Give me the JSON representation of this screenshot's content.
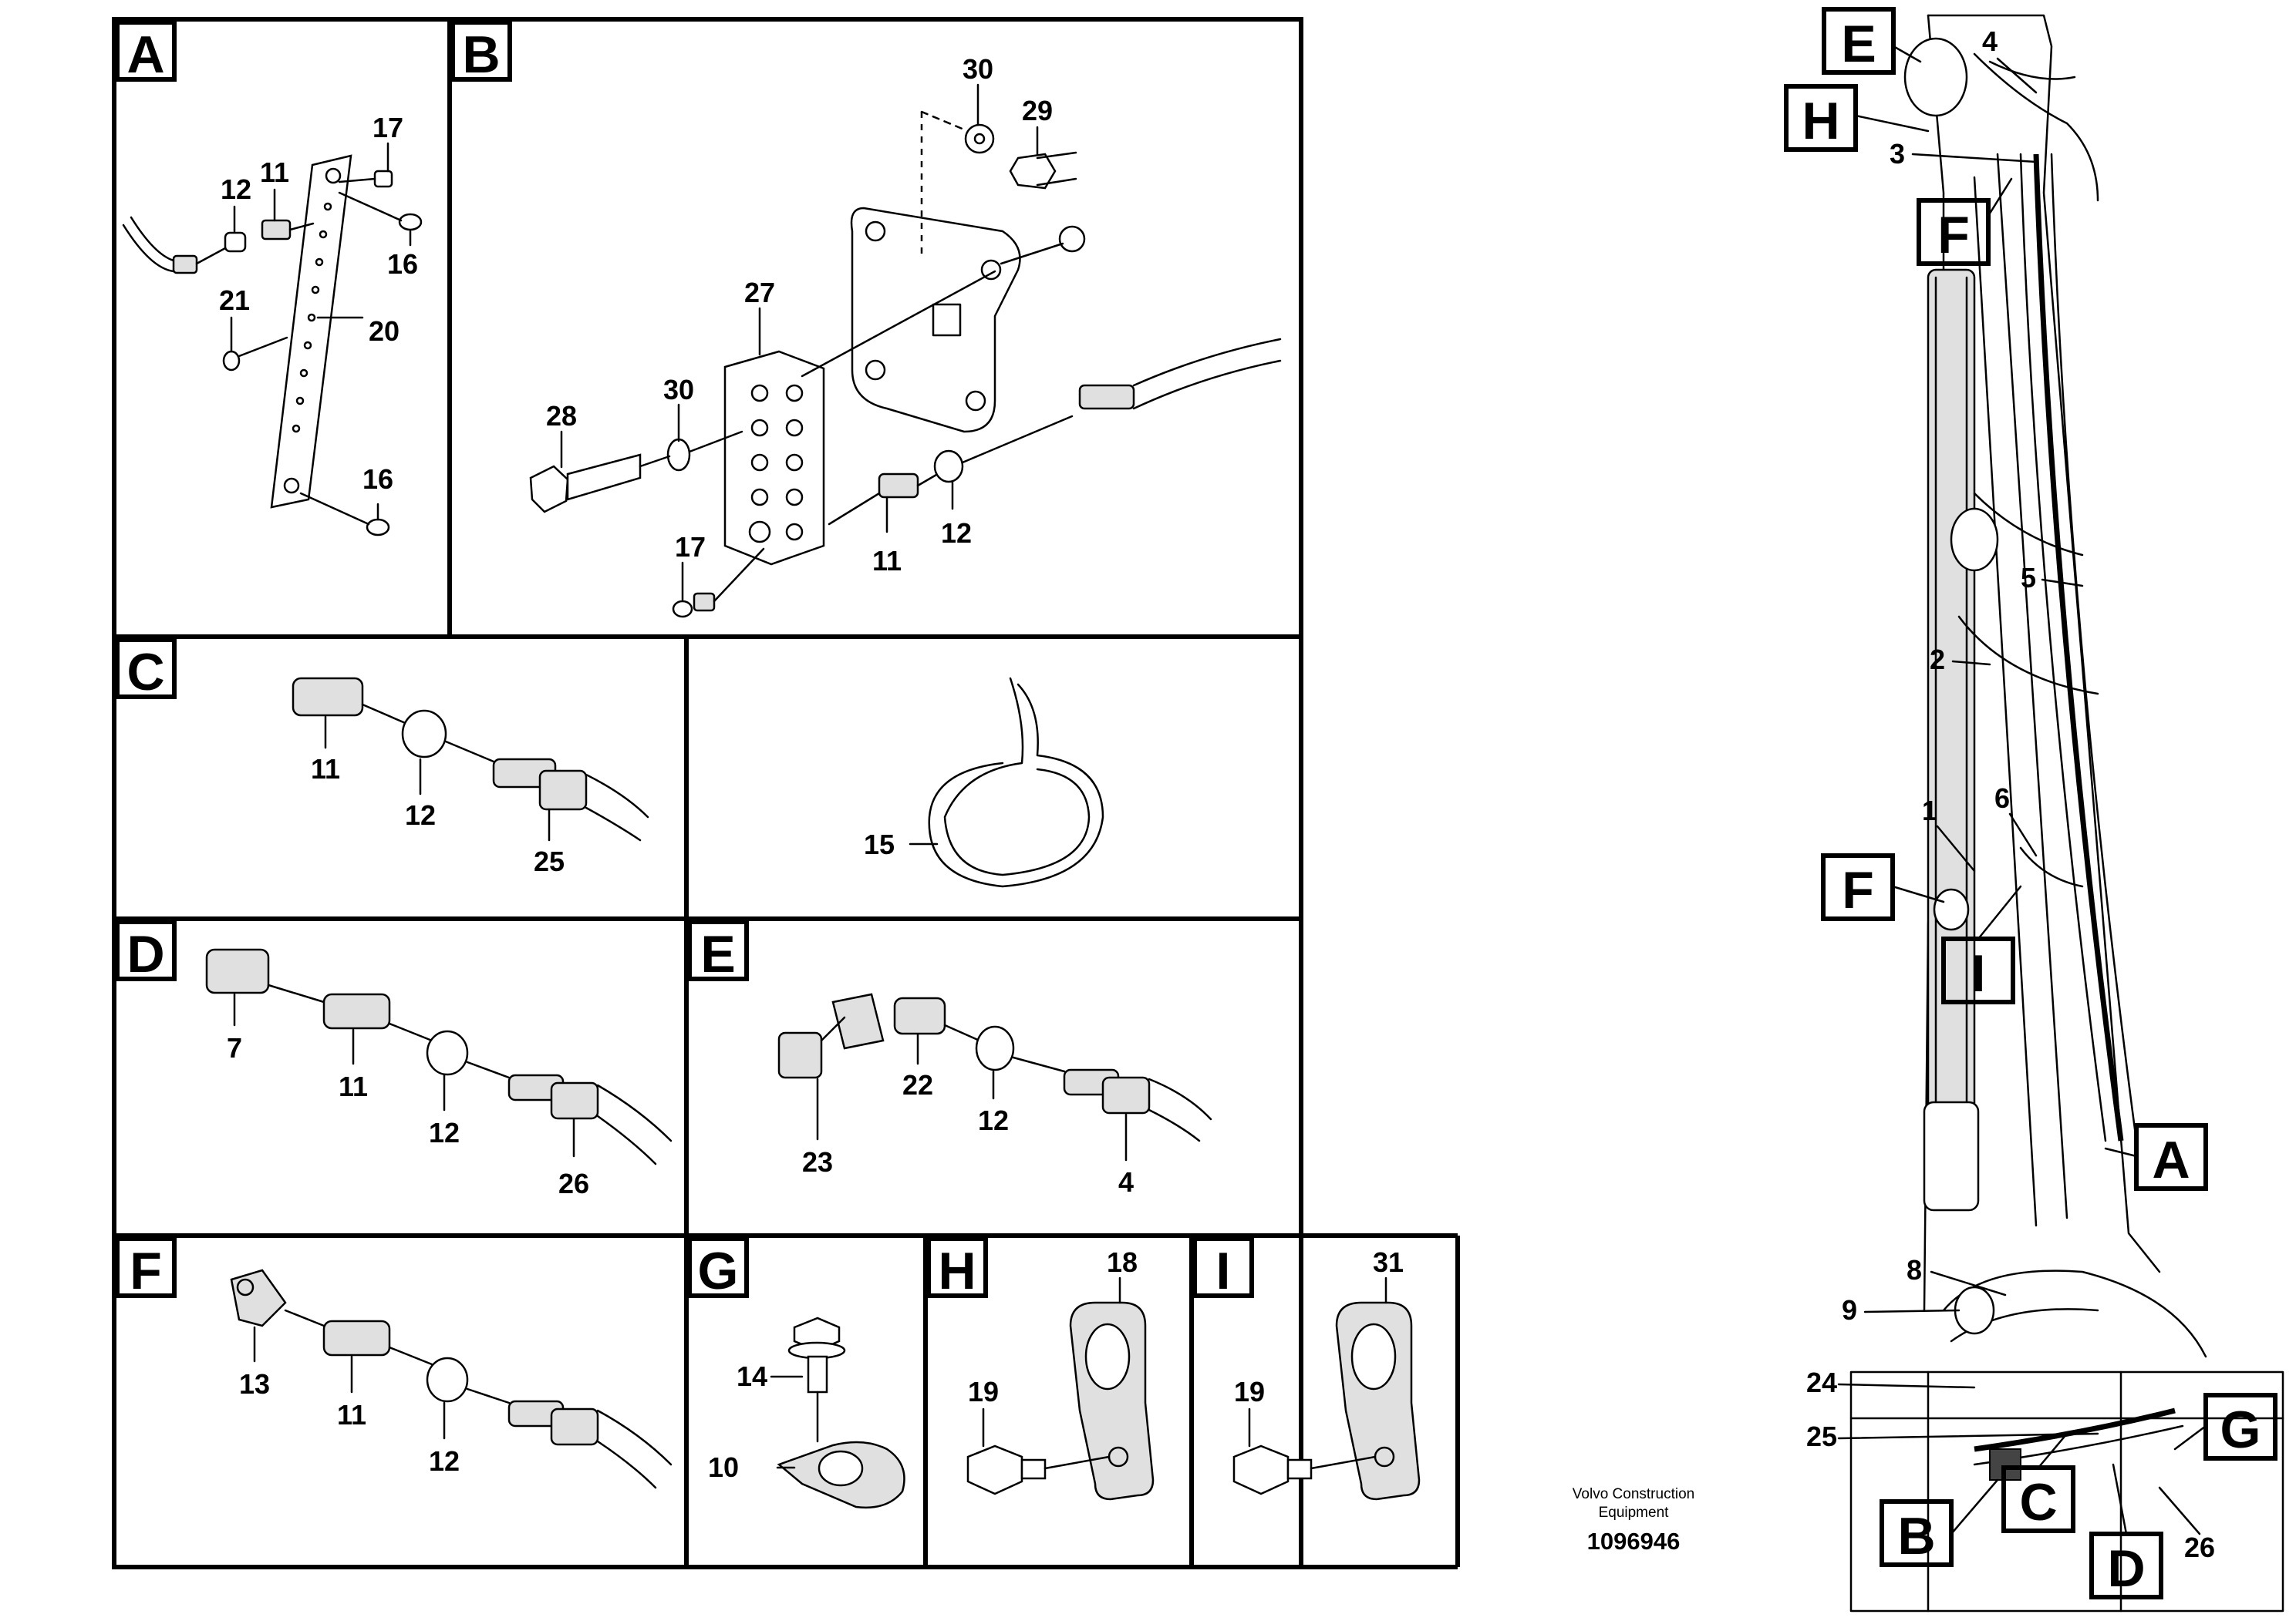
{
  "panels": {
    "A": {
      "title": "A",
      "parts": [
        "17",
        "12",
        "11",
        "16",
        "21",
        "20",
        "16"
      ]
    },
    "B": {
      "title": "B",
      "parts": [
        "30",
        "29",
        "27",
        "30",
        "28",
        "17",
        "11",
        "12"
      ]
    },
    "C": {
      "title": "C",
      "parts": [
        "11",
        "12",
        "25"
      ]
    },
    "tie": {
      "parts": [
        "15"
      ]
    },
    "D": {
      "title": "D",
      "parts": [
        "7",
        "11",
        "12",
        "26"
      ]
    },
    "E": {
      "title": "E",
      "parts": [
        "22",
        "12",
        "23",
        "4"
      ]
    },
    "F": {
      "title": "F",
      "parts": [
        "13",
        "11",
        "12"
      ]
    },
    "G": {
      "title": "G",
      "parts": [
        "14",
        "10"
      ]
    },
    "H": {
      "title": "H",
      "parts": [
        "18",
        "19"
      ]
    },
    "I": {
      "title": "I",
      "parts": [
        "31",
        "19"
      ]
    }
  },
  "overview": {
    "callouts": [
      "E",
      "H",
      "F",
      "F",
      "I",
      "A",
      "G",
      "B",
      "C",
      "D"
    ],
    "parts": [
      "4",
      "3",
      "5",
      "2",
      "1",
      "6",
      "8",
      "9",
      "24",
      "25",
      "26"
    ]
  },
  "credit": {
    "company_line1": "Volvo Construction",
    "company_line2": "Equipment",
    "drawing_number": "1096946"
  }
}
